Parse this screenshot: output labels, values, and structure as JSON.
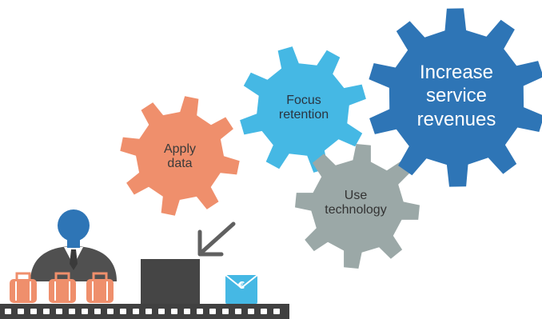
{
  "gears": {
    "apply_data": {
      "lines": [
        "Apply",
        "data"
      ],
      "color": "#ef8f6c"
    },
    "focus_retention": {
      "lines": [
        "Focus",
        "retention"
      ],
      "color": "#45b8e4"
    },
    "use_technology": {
      "lines": [
        "Use",
        "technology"
      ],
      "color": "#9ba8a7"
    },
    "increase_revenues": {
      "lines": [
        "Increase",
        "service",
        "revenues"
      ],
      "color": "#2e75b6"
    }
  },
  "icons": {
    "person": "businessman-icon",
    "briefcases": "briefcase-icon",
    "box": "package-box-icon",
    "envelope": "euro-envelope-icon",
    "arrow": "arrow-icon",
    "belt": "conveyor-belt-icon"
  },
  "colors": {
    "person_head": "#2e75b6",
    "suit": "#505050",
    "briefcase": "#ef8f6c",
    "box": "#454545",
    "envelope": "#45b8e4",
    "belt": "#404040"
  }
}
